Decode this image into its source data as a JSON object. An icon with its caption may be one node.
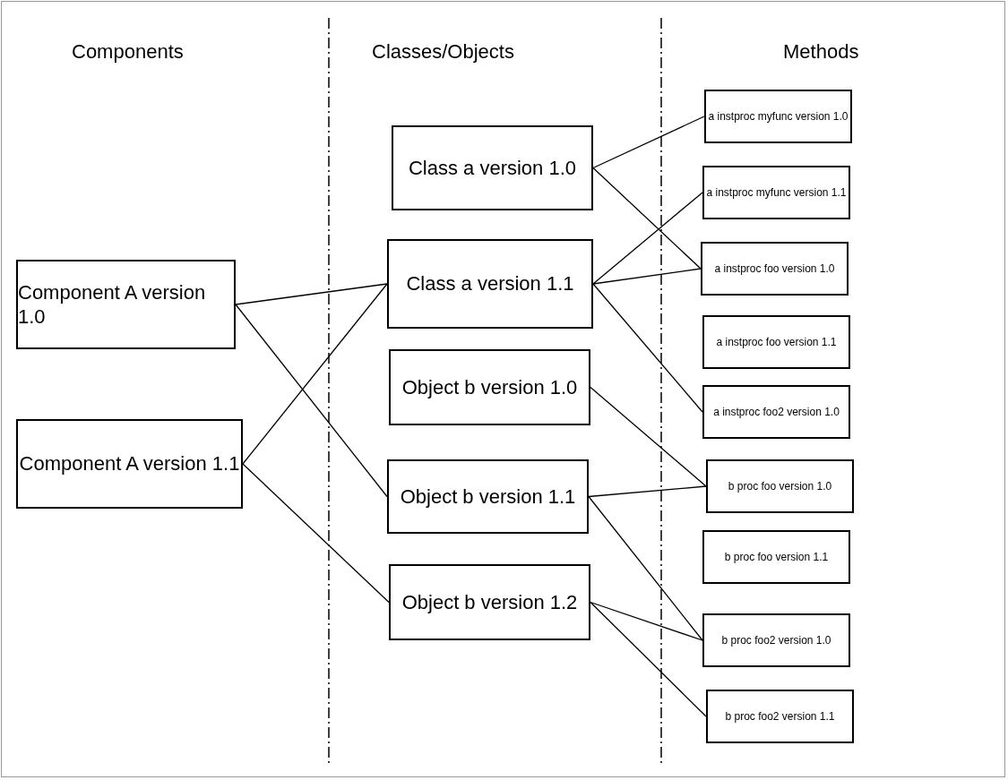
{
  "diagram": {
    "nodes": [
      {
        "text": [
          "Component A version 1.0"
        ]
      },
      {
        "text": [
          "Component A version 1.1"
        ]
      },
      {
        "text": [
          "Class a version 1.0"
        ]
      },
      {
        "text": [
          "Class a version 1.1"
        ]
      },
      {
        "text": [
          "Object b version 1.0"
        ]
      },
      {
        "text": [
          "Object b version 1.1"
        ]
      },
      {
        "text": [
          "Object b version 1.2"
        ]
      },
      {
        "text": [
          "a instproc myfunc version 1.0"
        ]
      },
      {
        "text": [
          "a instproc myfunc version 1.1"
        ]
      },
      {
        "text": [
          "a instproc foo version 1.0"
        ]
      },
      {
        "text": [
          "a instproc foo version 1.1"
        ]
      },
      {
        "text": [
          "a instproc foo2 version 1.0"
        ]
      },
      {
        "text": [
          "b proc foo version 1.0"
        ]
      },
      {
        "text": [
          "b proc foo version 1.1"
        ]
      },
      {
        "text": [
          "b proc foo2 version 1.0"
        ]
      },
      {
        "text": [
          "b proc foo2 version 1.1"
        ]
      }
    ],
    "edges": [
      {
        "from": 0,
        "to": 3,
        "arrow": "none"
      },
      {
        "from": 0,
        "to": 5,
        "arrow": "none"
      },
      {
        "from": 1,
        "to": 3,
        "arrow": "none"
      },
      {
        "from": 1,
        "to": 6,
        "arrow": "none"
      },
      {
        "from": 2,
        "to": 7,
        "arrow": "none"
      },
      {
        "from": 2,
        "to": 9,
        "arrow": "none"
      },
      {
        "from": 3,
        "to": 8,
        "arrow": "none"
      },
      {
        "from": 3,
        "to": 9,
        "arrow": "none"
      },
      {
        "from": 3,
        "to": 11,
        "arrow": "none"
      },
      {
        "from": 4,
        "to": 12,
        "arrow": "none"
      },
      {
        "from": 5,
        "to": 12,
        "arrow": "none"
      },
      {
        "from": 5,
        "to": 14,
        "arrow": "none"
      },
      {
        "from": 6,
        "to": 14,
        "arrow": "none"
      },
      {
        "from": 6,
        "to": 15,
        "arrow": "none"
      }
    ],
    "labels": [
      "Components",
      "Classes/Objects",
      "Methods"
    ]
  }
}
